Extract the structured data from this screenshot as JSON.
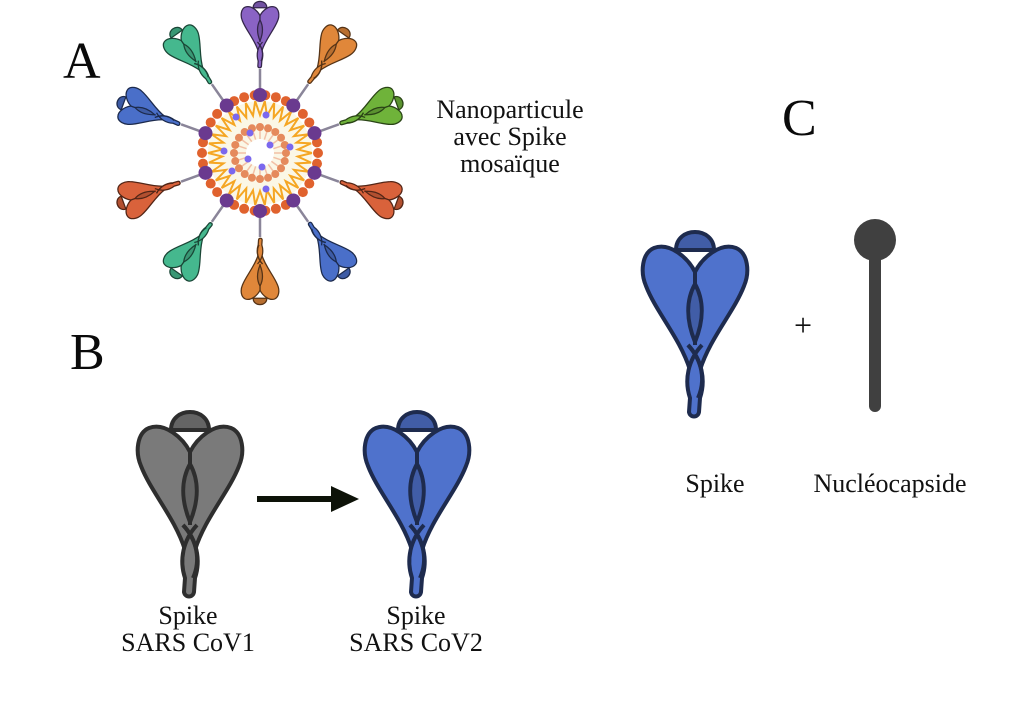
{
  "panels": {
    "a": {
      "letter": "A",
      "label_lines": [
        "Nanoparticule",
        "avec Spike",
        "mosaïque"
      ],
      "spike_colors": [
        "#8a63c4",
        "#e0873a",
        "#6fb33a",
        "#d9623b",
        "#4a6fc9",
        "#e0873a",
        "#45b88e",
        "#d9623b",
        "#4a6fc9",
        "#45b88e"
      ]
    },
    "b": {
      "letter": "B",
      "left_label": [
        "Spike",
        "SARS CoV1"
      ],
      "right_label": [
        "Spike",
        "SARS CoV2"
      ],
      "left_color": "#7a7a7a",
      "right_color": "#4f72cc",
      "arrow": "arrow-right"
    },
    "c": {
      "letter": "C",
      "plus": "+",
      "spike_label": "Spike",
      "nucleocapsid_label": "Nucléocapside",
      "spike_color": "#4f72cc",
      "nucleocapsid_color": "#404040"
    }
  }
}
